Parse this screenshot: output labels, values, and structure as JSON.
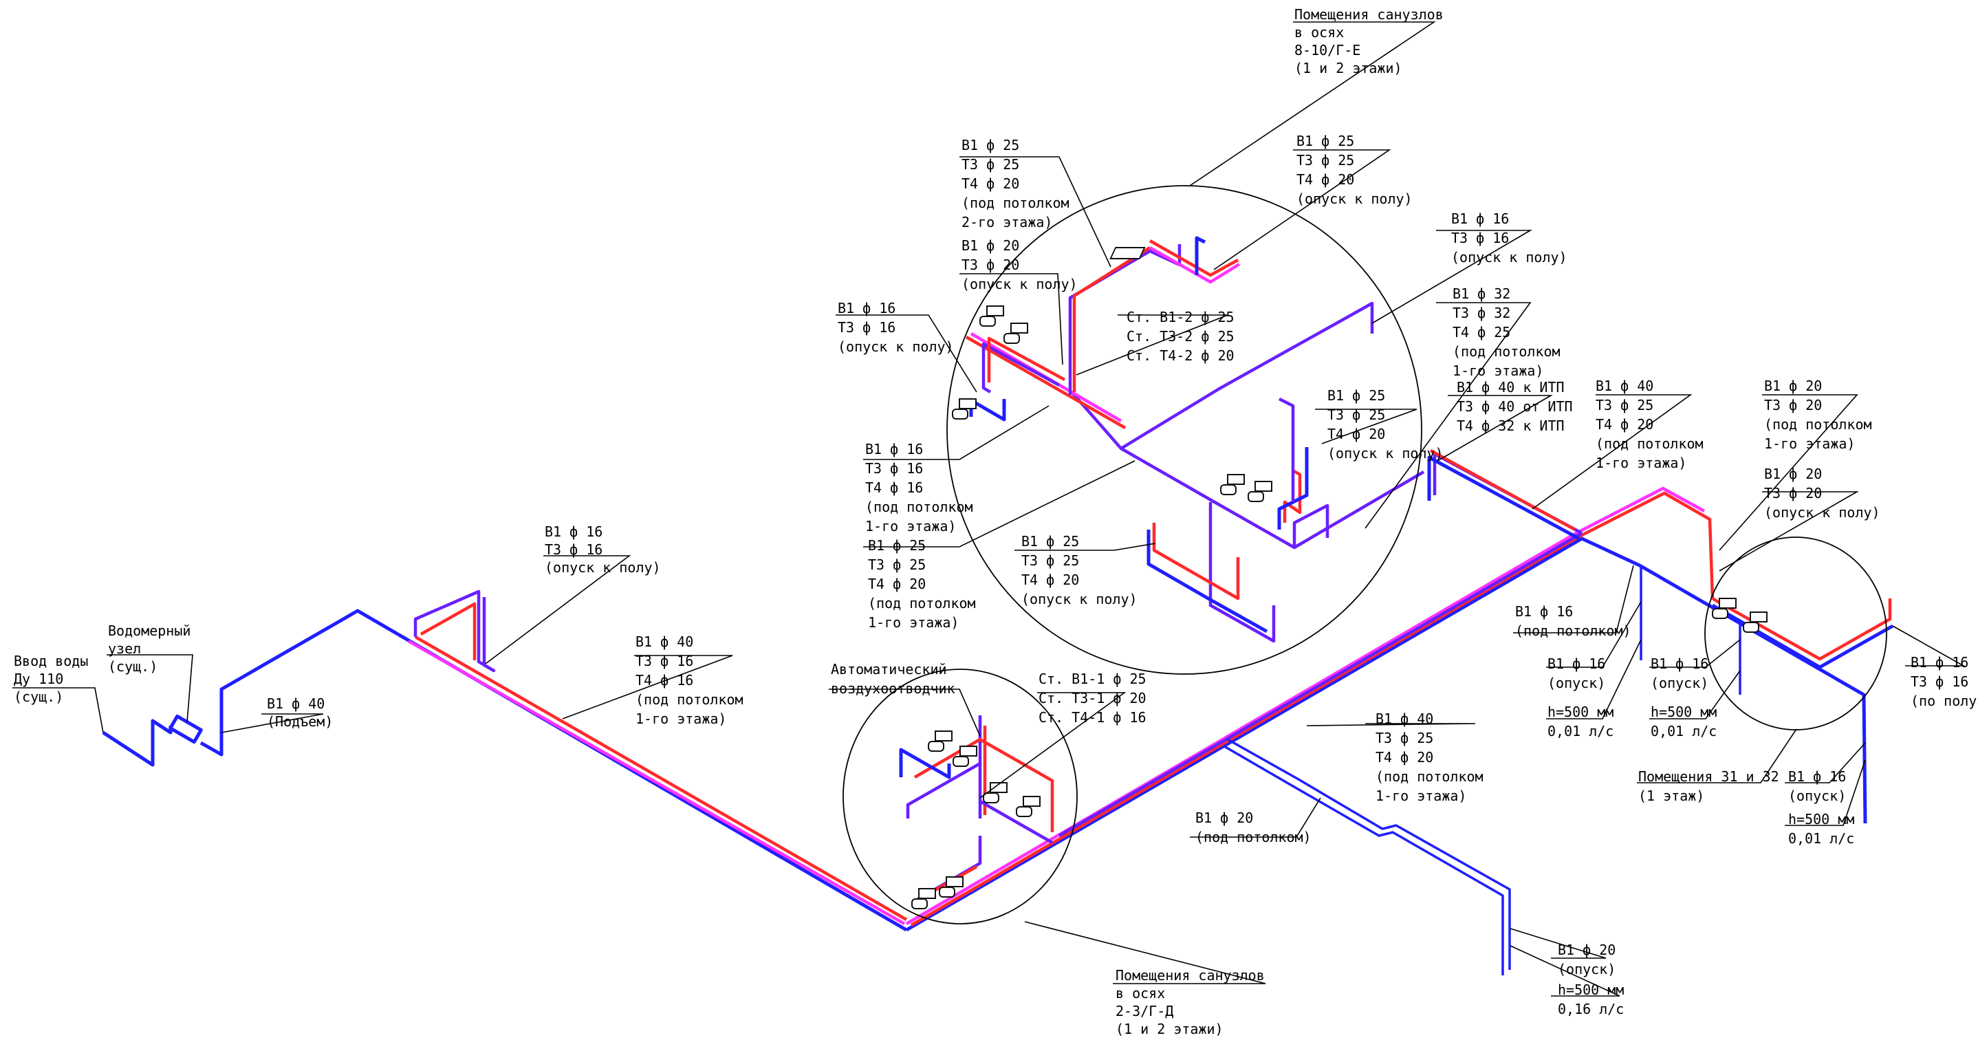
{
  "colors": {
    "cold_water_b1": "#1f1fff",
    "hot_water_t3": "#ff2a2a",
    "hot_return_t4": "#ff33ff",
    "combined_riser": "#6a1fff",
    "leader_lines": "#000000"
  },
  "labels": {
    "inlet": [
      "Ввод воды",
      "Ду 110",
      "(сущ.)"
    ],
    "meter": [
      "Водомерный",
      "узел",
      "(сущ.)"
    ],
    "riser_up": [
      "В1 ф 40",
      "(Подъем)"
    ],
    "left_drop": [
      "В1 ф 16",
      "Т3 ф 16",
      "(опуск к полу)"
    ],
    "main_left": [
      "В1 ф 40",
      "Т3 ф 16",
      "Т4 ф 16",
      "(под потолком",
      "1-го этажа)"
    ],
    "air_vent": [
      "Автоматический",
      "воздухоотводчик"
    ],
    "st_b1_1": [
      "Ст. В1-1 ф 25",
      "Ст. Т3-1 ф 20",
      "Ст. Т4-1 ф 16"
    ],
    "rooms_bottom": [
      "Помещения санузлов",
      "в осях",
      "2-3/Г-Д",
      "(1 и 2 этажи)"
    ],
    "rooms_top": [
      "Помещения санузлов",
      "в осях",
      "8-10/Г-Е",
      "(1 и 2 этажи)"
    ],
    "top_25_ceiling2": [
      "В1 ф 25",
      "Т3 ф 25",
      "Т4 ф 20",
      "(под потолком",
      "2-го этажа)"
    ],
    "top_20_drop": [
      "В1 ф 20",
      "Т3 ф 20",
      "(опуск к полу)"
    ],
    "st_b1_2": [
      "Ст. В1-2 ф 25",
      "Ст. Т3-2 ф 25",
      "Ст. Т4-2 ф 20"
    ],
    "left_16_drop": [
      "В1 ф 16",
      "Т3 ф 16",
      "(опуск к полу)"
    ],
    "mid_16_ceiling": [
      "В1 ф 16",
      "Т3 ф 16",
      "Т4 ф 16",
      "(под потолком",
      "1-го этажа)"
    ],
    "mid_25_ceiling": [
      "В1 ф 25",
      "Т3 ф 25",
      "Т4 ф 20",
      "(под потолком",
      "1-го этажа)"
    ],
    "center_25_drop": [
      "В1 ф 25",
      "Т3 ф 25",
      "Т4 ф 20",
      "(опуск к полу)"
    ],
    "top_right_25_drop": [
      "В1 ф 25",
      "Т3 ф 25",
      "Т4 ф 20",
      "(опуск к полу)"
    ],
    "right_16_drop": [
      "В1 ф 16",
      "Т3 ф 16",
      "(опуск к полу)"
    ],
    "right_32_ceiling": [
      "В1 ф 32",
      "Т3 ф 32",
      "Т4 ф 25",
      "(под потолком",
      "1-го этажа)"
    ],
    "itp": [
      "В1 ф 40 к ИТП",
      "Т3 ф 40 от ИТП",
      "Т4 ф 32 к ИТП"
    ],
    "inner_25_drop": [
      "В1 ф 25",
      "Т3 ф 25",
      "Т4 ф 20",
      "(опуск к полу)"
    ],
    "main_mid": [
      "В1 ф 40",
      "Т3 ф 25",
      "Т4 ф 20",
      "(под потолком",
      "1-го этажа)"
    ],
    "b1_20_ceiling": [
      "В1 ф 20",
      "(под потолком)"
    ],
    "b1_20_drop": [
      "В1 ф 20",
      "(опуск)"
    ],
    "h500_016": [
      "h=500 мм",
      "0,16 л/с"
    ],
    "main_right": [
      "В1 ф 40",
      "Т3 ф 25",
      "Т4 ф 20",
      "(под потолком",
      "1-го этажа)"
    ],
    "r_20_ceiling": [
      "В1 ф 20",
      "Т3 ф 20",
      "(под потолком",
      "1-го этажа)"
    ],
    "r_20_drop": [
      "В1 ф 20",
      "Т3 ф 20",
      "(опуск к полу)"
    ],
    "b1_16_ceiling": [
      "В1 ф 16",
      "(под потолком)"
    ],
    "b1_16_opusk_a": [
      "В1 ф 16",
      "(опуск)"
    ],
    "h500_a": [
      "h=500 мм",
      "0,01 л/с"
    ],
    "b1_16_opusk_b": [
      "В1 ф 16",
      "(опуск)"
    ],
    "h500_b": [
      "h=500 мм",
      "0,01 л/с"
    ],
    "rooms_31_32": [
      "Помещения 31 и 32",
      "(1 этаж)"
    ],
    "b1_16_opusk_c": [
      "В1 ф 16",
      "(опуск)"
    ],
    "h500_c": [
      "h=500 мм",
      "0,01 л/с"
    ],
    "far_right": [
      "В1 ф 16",
      "Т3 ф 16",
      "(по полу)"
    ]
  }
}
